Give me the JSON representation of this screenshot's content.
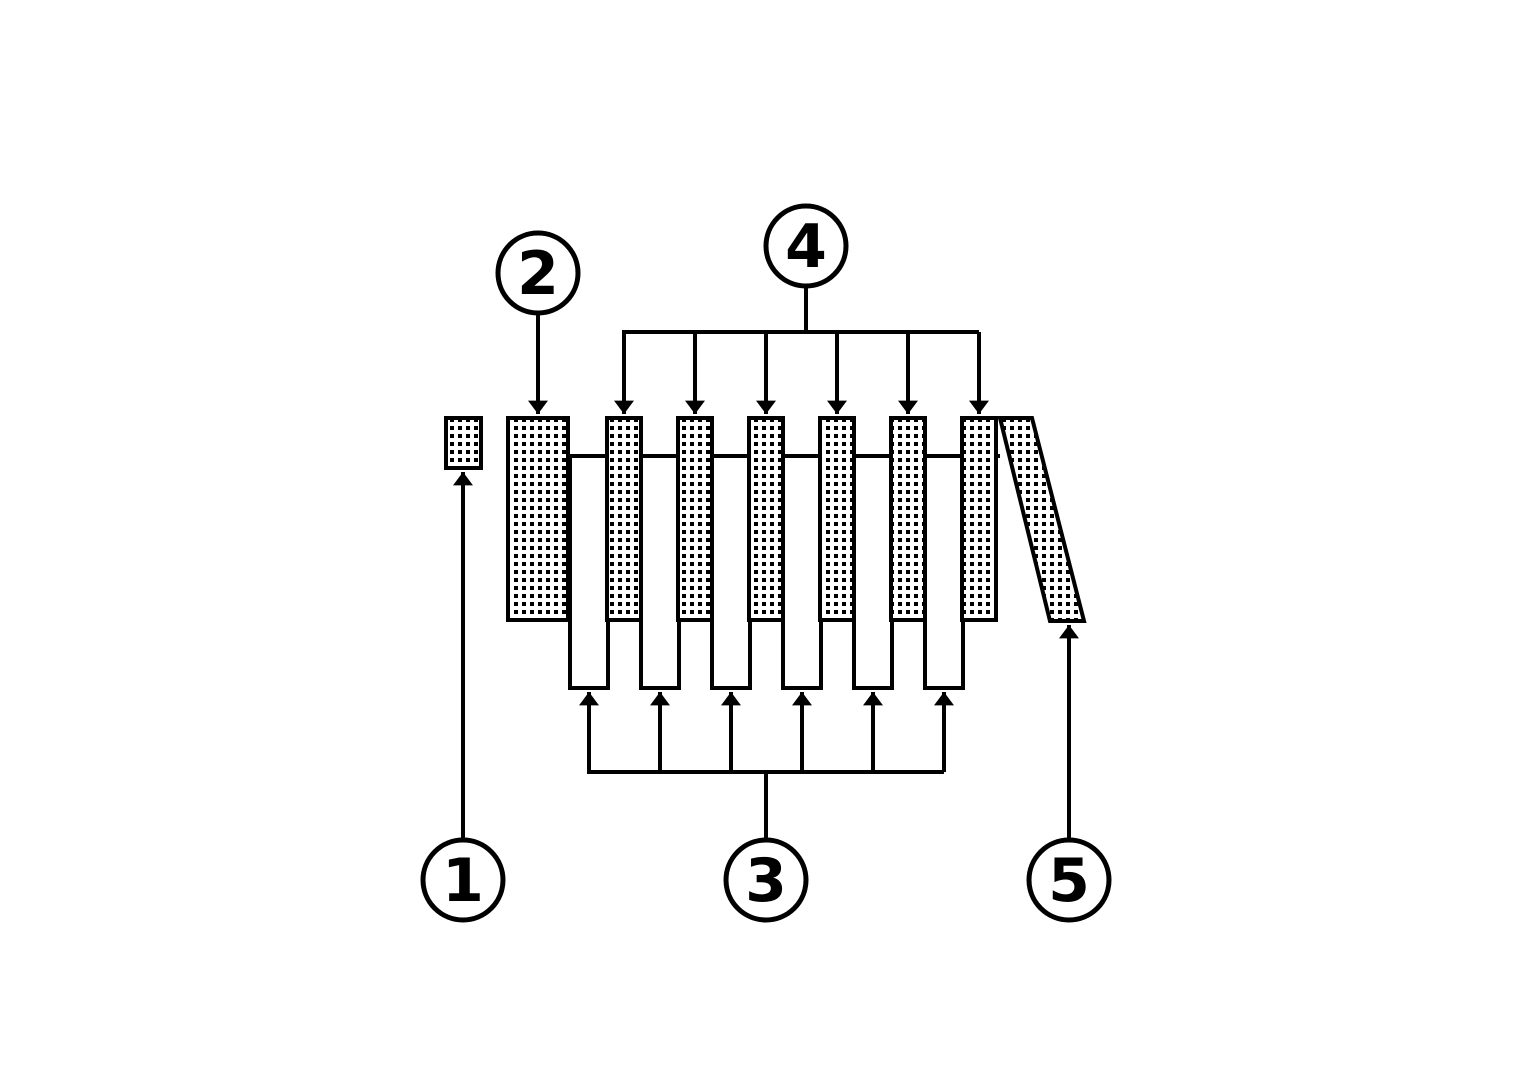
{
  "diagram": {
    "callouts": [
      {
        "id": "1",
        "label": "1"
      },
      {
        "id": "2",
        "label": "2"
      },
      {
        "id": "3",
        "label": "3"
      },
      {
        "id": "4",
        "label": "4"
      },
      {
        "id": "5",
        "label": "5"
      }
    ],
    "line_color": "#000000",
    "background_color": "#ffffff",
    "hatch_dot_color": "#000000"
  }
}
